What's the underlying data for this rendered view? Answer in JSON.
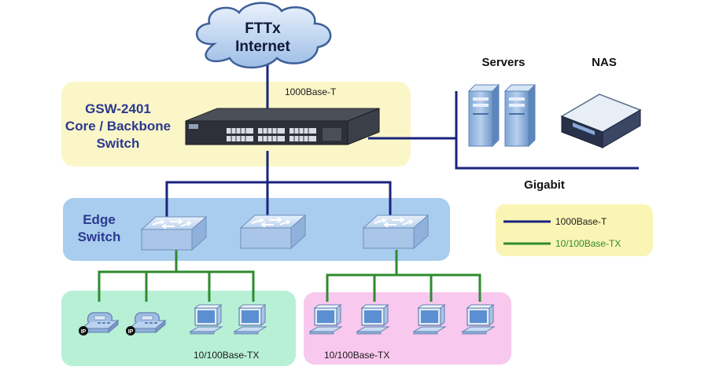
{
  "cloud": {
    "line1": "FTTx",
    "line2": "Internet"
  },
  "core": {
    "name": "GSW-2401",
    "line2": "Core / Backbone",
    "line3": "Switch",
    "uplink_label": "1000Base-T"
  },
  "servers": {
    "label": "Servers"
  },
  "nas": {
    "label": "NAS"
  },
  "gigabit": {
    "label": "Gigabit"
  },
  "edge": {
    "line1": "Edge",
    "line2": "Switch"
  },
  "legend": {
    "item1": "1000Base-T",
    "item2": "10/100Base-TX",
    "color1": "#1a237e",
    "color2": "#2e8b2e"
  },
  "lan_left": {
    "label": "10/100Base-TX"
  },
  "lan_right": {
    "label": "10/100Base-TX"
  },
  "phone_badge": "IP",
  "colors": {
    "gigabit_line": "#1a237e",
    "fast_line": "#2e8b2e",
    "title_text": "#2b3990",
    "core_zone": "#fbf6c8",
    "edge_zone": "#a9cdee",
    "lan_left_zone": "#b8f0d6",
    "lan_right_zone": "#f8c8ee",
    "legend_zone": "#faf5b4"
  }
}
